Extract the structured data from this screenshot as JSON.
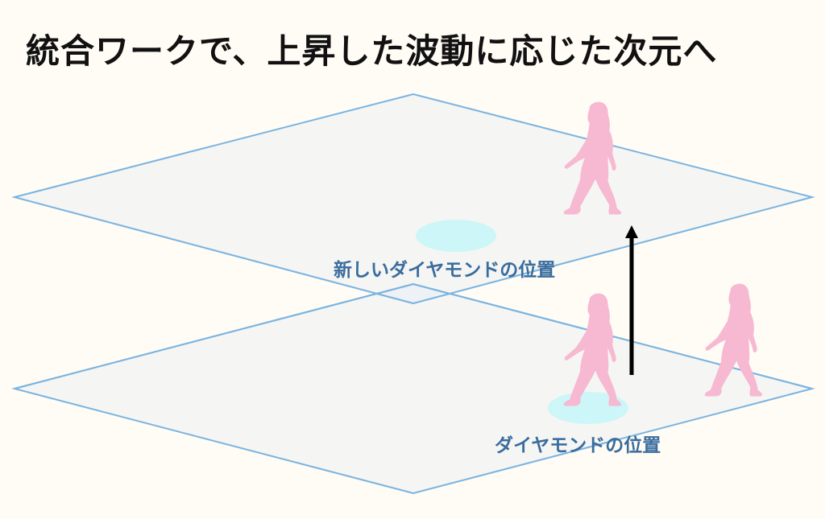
{
  "title": "統合ワークで、上昇した波動に応じた次元へ",
  "labels": {
    "new_diamond_position": "新しいダイヤモンドの位置",
    "diamond_position": "ダイヤモンドの位置"
  },
  "colors": {
    "background": "#fffcf5",
    "plane_fill": "#f5f5f3",
    "plane_overlap_fill": "#eef1f6",
    "plane_stroke": "#7ab4e0",
    "diamond_marker": "#ccf6f8",
    "figure": "#f7b8d2",
    "arrow": "#000000",
    "label_text": "#3a6c9e",
    "title_text": "#111111"
  },
  "elements": {
    "upper_plane": "upper-dimension-plane",
    "lower_plane": "current-dimension-plane",
    "figures": [
      "walking-woman-upper",
      "walking-woman-current",
      "walking-woman-side"
    ],
    "arrow": "ascend-arrow"
  }
}
